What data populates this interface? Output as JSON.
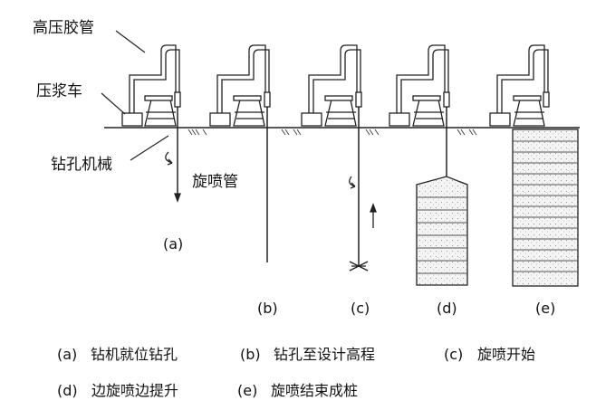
{
  "labels": {
    "high_pressure_hose": "高压胶管",
    "grout_truck": "压浆车",
    "drilling_machine": "钻孔机械",
    "jet_pipe": "旋喷管"
  },
  "stages": [
    {
      "letter": "(a)",
      "caption": "钻机就位钻孔"
    },
    {
      "letter": "(b)",
      "caption": "钻孔至设计高程"
    },
    {
      "letter": "(c)",
      "caption": "旋喷开始"
    },
    {
      "letter": "(d)",
      "caption": "边旋喷边提升"
    },
    {
      "letter": "(e)",
      "caption": "旋喷结束成桩"
    }
  ],
  "colors": {
    "line": "#222222",
    "soil_fill": "#f2f2f2"
  }
}
